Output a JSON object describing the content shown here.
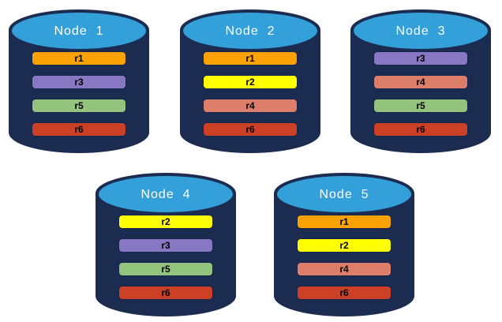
{
  "canvas": {
    "background": "#FFFFFF"
  },
  "colors": {
    "cylinder_body": "#1C2B50",
    "cylinder_top": "#33A0DA",
    "node_label_text": "#FFFFFF",
    "partition_label_text": "#000000",
    "partition_border": "#16254C"
  },
  "partition_colors": {
    "r1": "#FCA204",
    "r2": "#FFFF00",
    "r3": "#8878C3",
    "r4": "#DD7E6B",
    "r5": "#93C47D",
    "r6": "#CC4125"
  },
  "nodes": [
    {
      "id": "node-1",
      "label": "Node  1",
      "partitions": [
        "r1",
        "r3",
        "r5",
        "r6"
      ]
    },
    {
      "id": "node-2",
      "label": "Node  2",
      "partitions": [
        "r1",
        "r2",
        "r4",
        "r6"
      ]
    },
    {
      "id": "node-3",
      "label": "Node  3",
      "partitions": [
        "r3",
        "r4",
        "r5",
        "r6"
      ]
    },
    {
      "id": "node-4",
      "label": "Node  4",
      "partitions": [
        "r2",
        "r3",
        "r5",
        "r6"
      ]
    },
    {
      "id": "node-5",
      "label": "Node  5",
      "partitions": [
        "r1",
        "r2",
        "r4",
        "r6"
      ]
    }
  ]
}
